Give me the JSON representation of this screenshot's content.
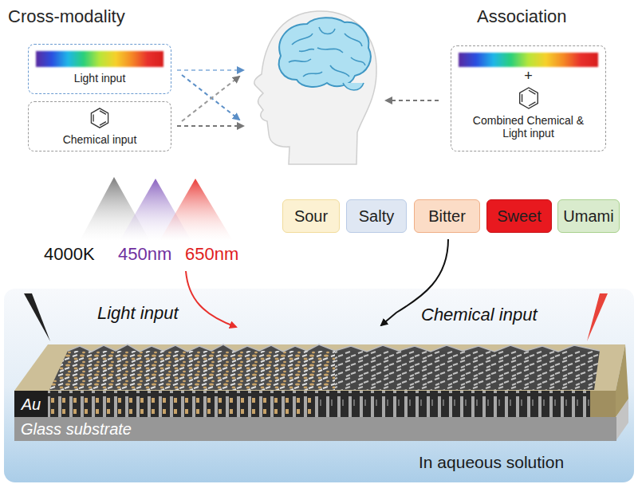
{
  "diagram": {
    "nodes": [
      {
        "text": [
          "Light input"
        ]
      },
      {
        "text": [
          "Chemical input"
        ]
      },
      {
        "text": [
          "+",
          "Combined Chemical & Light input"
        ]
      },
      {
        "text": [
          "Sour"
        ]
      },
      {
        "text": [
          "Salty"
        ]
      },
      {
        "text": [
          "Bitter"
        ]
      },
      {
        "text": [
          "Sweet"
        ]
      },
      {
        "text": [
          "Umami"
        ]
      },
      {
        "text": [
          "In aqueous solution"
        ]
      },
      {
        "text": [
          "Au"
        ],
        "in": 8
      },
      {
        "text": [
          "Glass substrate"
        ],
        "in": 8
      }
    ],
    "labels": [
      "Cross-modality",
      "Association",
      "4000K",
      "450nm",
      "650nm",
      "Light input",
      "Chemical input"
    ]
  }
}
